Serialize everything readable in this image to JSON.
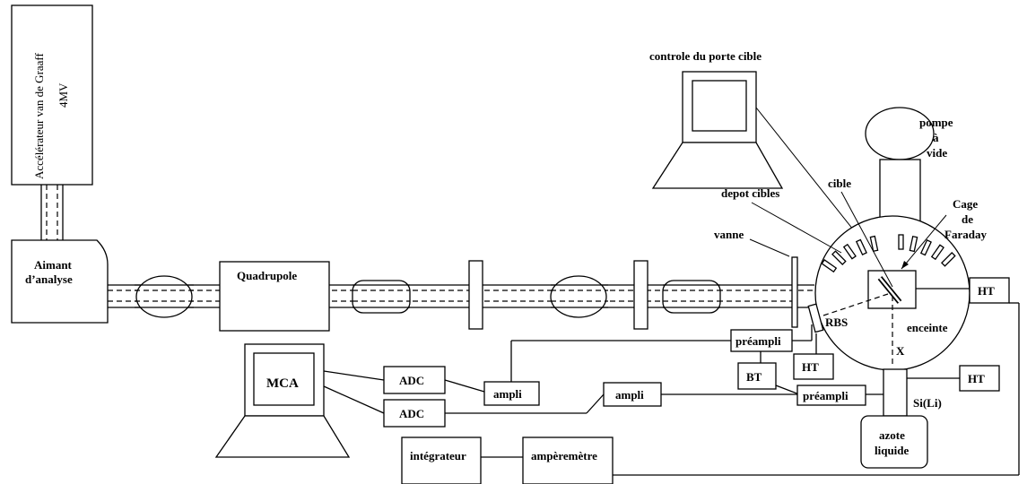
{
  "labels": {
    "accelerator": "Accélérateur van de Graaff",
    "accelerator_voltage": "4MV",
    "magnet_line1": "Aimant",
    "magnet_line2": "d’analyse",
    "quadrupole": "Quadrupole",
    "target_control": "controle du porte cible",
    "pump_line1": "pompe",
    "pump_line2": "à",
    "pump_line3": "vide",
    "target": "cible",
    "target_depot": "depot cibles",
    "faraday_line1": "Cage",
    "faraday_line2": "de",
    "faraday_line3": "Faraday",
    "valve": "vanne",
    "rbs": "RBS",
    "chamber": "enceinte",
    "x": "X",
    "ht_right": "HT",
    "ht_lower": "HT",
    "ht_sili": "HT",
    "preampli_top": "préampli",
    "preampli_bottom": "préampli",
    "bt": "BT",
    "sili": "Si(Li)",
    "nitrogen_line1": "azote",
    "nitrogen_line2": "liquide",
    "mca": "MCA",
    "adc1": "ADC",
    "adc2": "ADC",
    "ampli1": "ampli",
    "ampli2": "ampli",
    "integrator": "intégrateur",
    "ammeter": "ampèremètre"
  }
}
